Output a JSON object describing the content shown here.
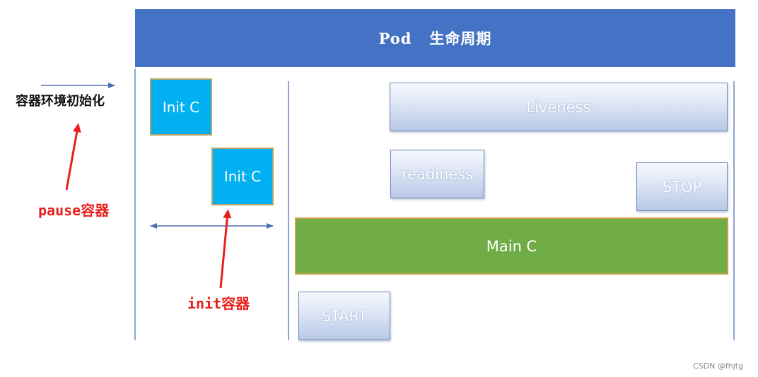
{
  "header": {
    "title": "Pod   生命周期"
  },
  "left": {
    "env_label": "容器环境初始化"
  },
  "init_containers": [
    {
      "label": "Init C"
    },
    {
      "label": "Init C"
    }
  ],
  "main": {
    "label": "Main C"
  },
  "probes": {
    "liveness": "Liveness",
    "readiness": "readiness",
    "stop": "STOP",
    "start": "START"
  },
  "annotations": {
    "pause": "pause容器",
    "init": "init容器"
  },
  "watermark": "CSDN @fhjtg",
  "colors": {
    "header": "#4472c4",
    "init_box": "#00b0f0",
    "main": "#70ad47",
    "annotation": "#e8201c",
    "lines": "#4a6fb0"
  }
}
